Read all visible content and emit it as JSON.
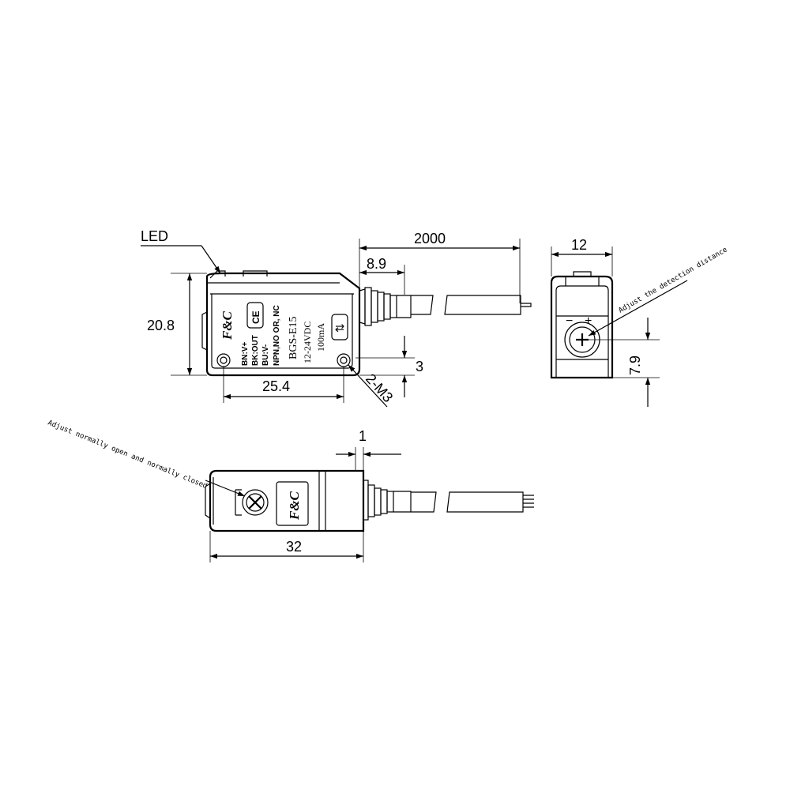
{
  "dimensions": {
    "height_front": "20.8",
    "length_front": "25.4",
    "hole_offset": "3",
    "screw_spec": "2-M3",
    "cable_lead": "8.9",
    "cable_length": "2000",
    "width_side": "12",
    "adjust_offset": "7.9",
    "protrusion": "1",
    "length_top": "32"
  },
  "callouts": {
    "led": "LED",
    "adjust_distance": "Adjust the detection distance",
    "adjust_mode": "Adjust normally open and normally closed"
  },
  "label": {
    "brand": "F&C",
    "ce": "CE",
    "wire1": "BN:V+",
    "wire2": "BK:OUT",
    "wire3": "BU:V-",
    "output_type": "NPN,NO OR, NC",
    "model": "BGS-E15",
    "voltage": "12-24VDC",
    "current": "100mA",
    "arrow_symbol": "⇅",
    "minus": "−",
    "plus": "+"
  }
}
